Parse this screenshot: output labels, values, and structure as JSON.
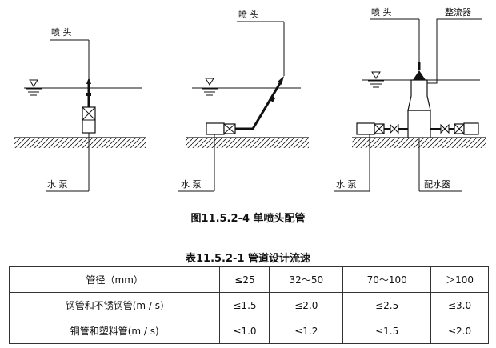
{
  "figure": {
    "labels": {
      "nozzle": "喷 头",
      "pump": "水 泵",
      "rectifier": "整流器",
      "distributor": "配水器"
    },
    "caption": "图11.5.2-4 单喷头配管"
  },
  "table": {
    "title": "表11.5.2-1 管道设计流速",
    "header": [
      "管径（mm）",
      "≤25",
      "32～50",
      "70～100",
      "＞100"
    ],
    "rows": [
      [
        "钢管和不锈钢管(m / s)",
        "≤1.5",
        "≤2.0",
        "≤2.5",
        "≤3.0"
      ],
      [
        "铜管和塑料管(m / s)",
        "≤1.0",
        "≤1.2",
        "≤1.5",
        "≤2.0"
      ]
    ]
  }
}
